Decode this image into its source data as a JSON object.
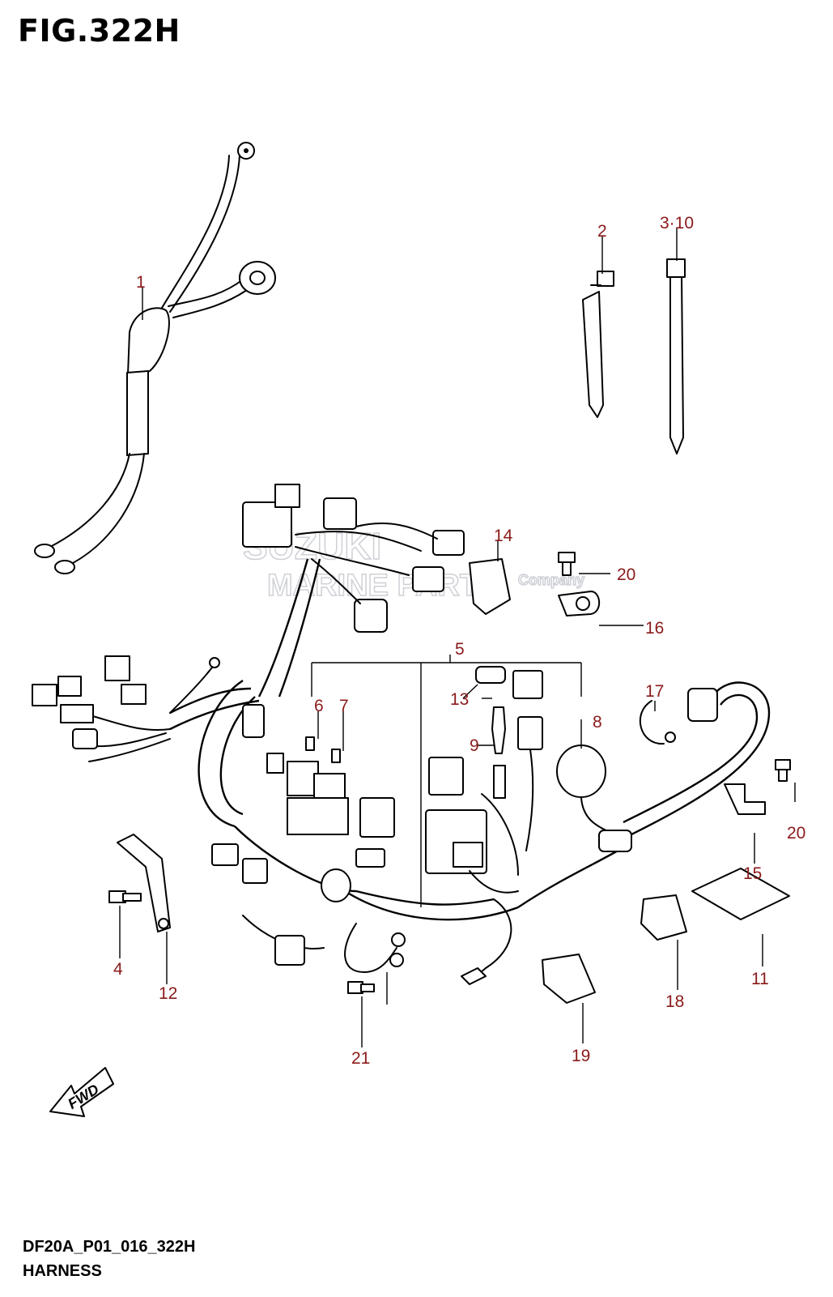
{
  "figure": {
    "title": "FIG.322H",
    "code": "DF20A_P01_016_322H",
    "name": "HARNESS"
  },
  "watermark": {
    "line1": "SUZUKI",
    "line2": "MARINE PARTS",
    "line3": "Company"
  },
  "fwd_label": "FWD",
  "callouts": [
    {
      "id": "1",
      "text": "1"
    },
    {
      "id": "2",
      "text": "2"
    },
    {
      "id": "3-10",
      "text": "3·10"
    },
    {
      "id": "4",
      "text": "4"
    },
    {
      "id": "5",
      "text": "5"
    },
    {
      "id": "6",
      "text": "6"
    },
    {
      "id": "7",
      "text": "7"
    },
    {
      "id": "8",
      "text": "8"
    },
    {
      "id": "9",
      "text": "9"
    },
    {
      "id": "11",
      "text": "11"
    },
    {
      "id": "12",
      "text": "12"
    },
    {
      "id": "13",
      "text": "13"
    },
    {
      "id": "14",
      "text": "14"
    },
    {
      "id": "15",
      "text": "15"
    },
    {
      "id": "16",
      "text": "16"
    },
    {
      "id": "17",
      "text": "17"
    },
    {
      "id": "18",
      "text": "18"
    },
    {
      "id": "19",
      "text": "19"
    },
    {
      "id": "20a",
      "text": "20"
    },
    {
      "id": "20b",
      "text": "20"
    },
    {
      "id": "21",
      "text": "21"
    }
  ],
  "colors": {
    "callout": "#8b1a1a",
    "line": "#000000",
    "watermark": "#c9ccd2"
  }
}
